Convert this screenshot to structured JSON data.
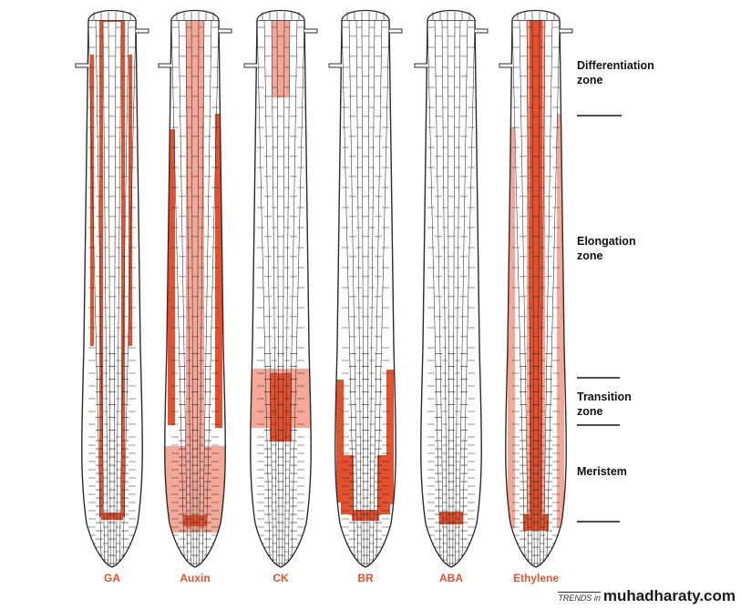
{
  "colors": {
    "strong": "#e5502e",
    "light": "#f5a898",
    "outline": "#2b2b2b",
    "label": "#e5502e"
  },
  "zones": [
    {
      "id": "differentiation",
      "label": "Differentiation\nzone"
    },
    {
      "id": "elongation",
      "label": "Elongation\nzone"
    },
    {
      "id": "transition",
      "label": "Transition\nzone"
    },
    {
      "id": "meristem",
      "label": "Meristem"
    }
  ],
  "hormones": [
    {
      "id": "ga",
      "label": "GA"
    },
    {
      "id": "auxin",
      "label": "Auxin"
    },
    {
      "id": "ck",
      "label": "CK"
    },
    {
      "id": "br",
      "label": "BR"
    },
    {
      "id": "aba",
      "label": "ABA"
    },
    {
      "id": "ethylene",
      "label": "Ethylene"
    }
  ],
  "footer": {
    "journal": "TRENDS in",
    "site": "muhadharaty.com"
  }
}
